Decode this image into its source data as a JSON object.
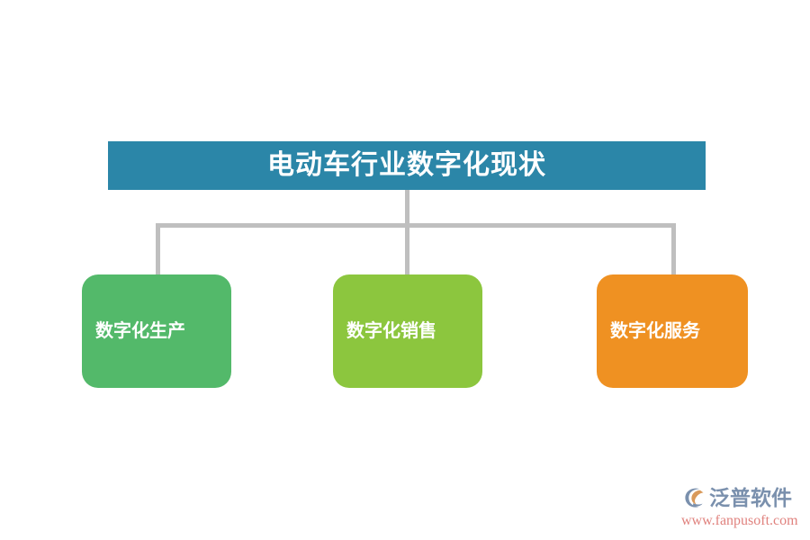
{
  "diagram": {
    "type": "org-chart",
    "orientation": "top-down",
    "root": {
      "label": "电动车行业数字化现状",
      "shape": "rectangle",
      "fill_color": "#2B86A8",
      "text_color": "#FFFFFF"
    },
    "children": [
      {
        "label": "数字化生产",
        "shape": "rounded-rectangle",
        "fill_color": "#53B96A",
        "text_color": "#FFFFFF"
      },
      {
        "label": "数字化销售",
        "shape": "rounded-rectangle",
        "fill_color": "#8CC63E",
        "text_color": "#FFFFFF"
      },
      {
        "label": "数字化服务",
        "shape": "rounded-rectangle",
        "fill_color": "#EF9122",
        "text_color": "#FFFFFF"
      }
    ],
    "connector_color": "#BFBFBF",
    "background_color": "#FFFFFF"
  },
  "watermark": {
    "logo_icon": "fanpu-swoosh-logo-icon",
    "brand": "泛普软件",
    "url": "www.fanpusoft.com",
    "brand_color": "#7A90AD",
    "url_color": "#E0827E",
    "logo_accent_color": "#D99A5B"
  }
}
